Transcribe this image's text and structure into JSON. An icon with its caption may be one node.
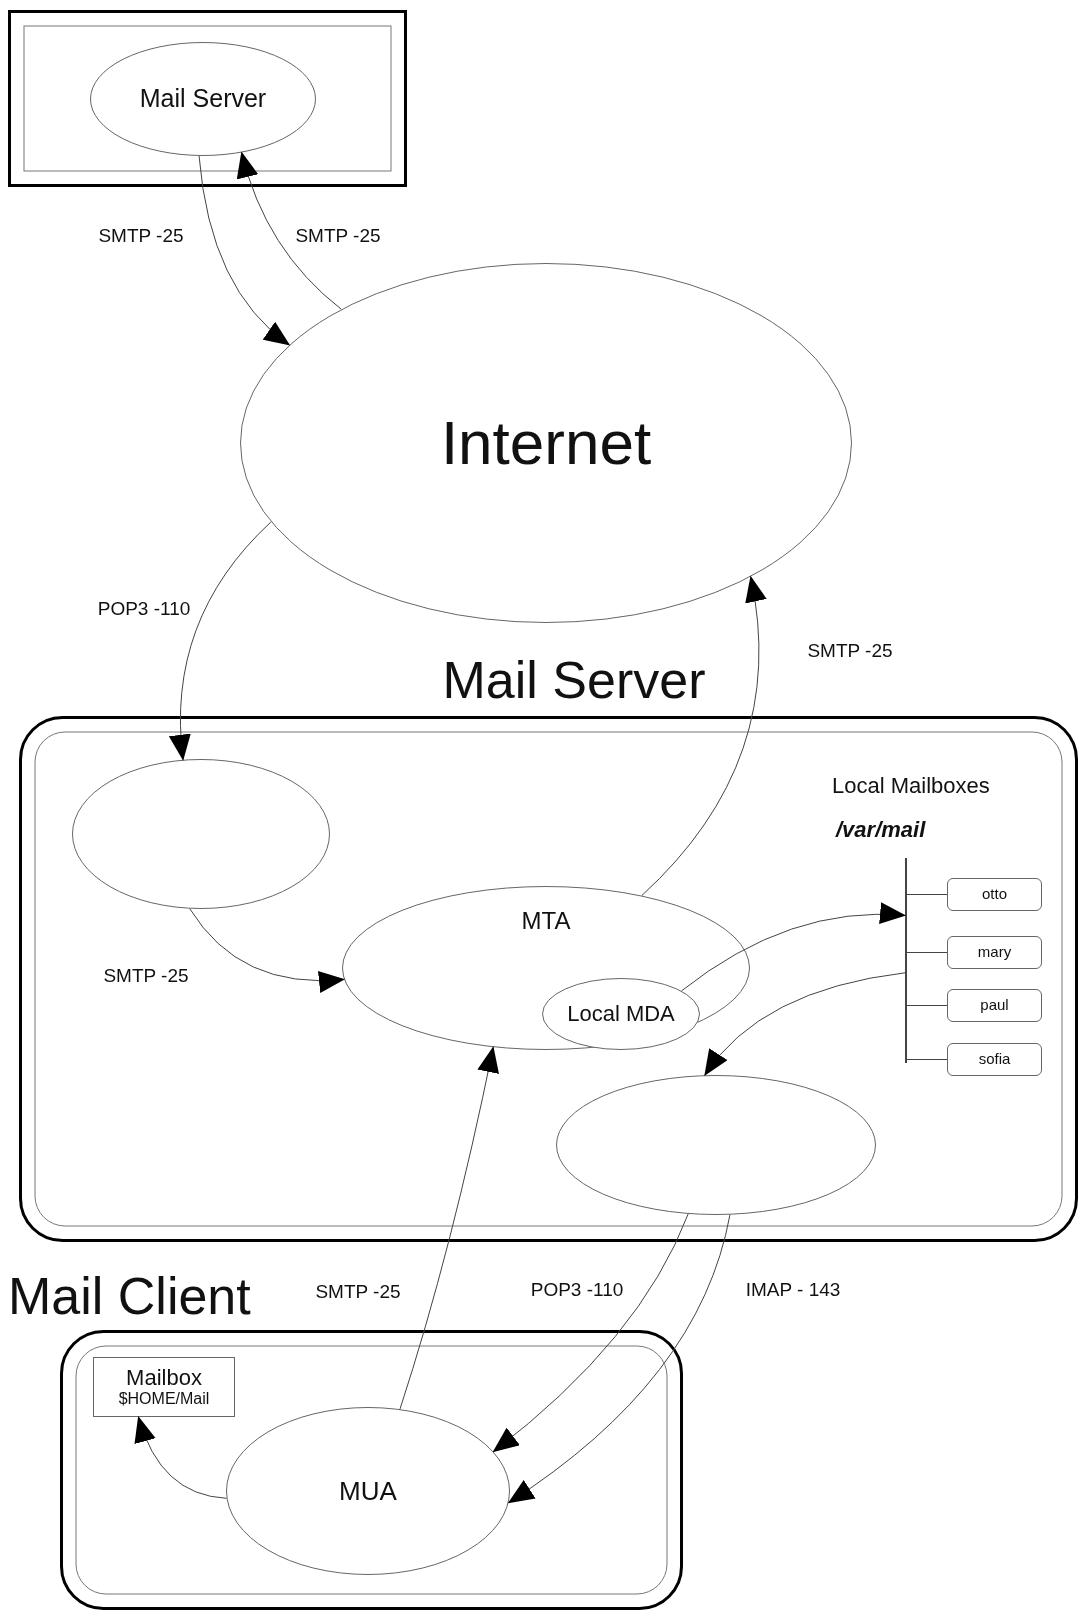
{
  "diagram": {
    "nodes": [
      {
        "text": [],
        "shape": "box"
      },
      {
        "text": [
          "Mail Server"
        ],
        "in": 0
      },
      {
        "text": [
          "Internet"
        ]
      },
      {
        "text": [
          "Mail Server"
        ]
      },
      {
        "text": [],
        "shape": "ellipse",
        "in": 3
      },
      {
        "text": [
          "MTA"
        ],
        "in": 3
      },
      {
        "text": [
          "Local MDA"
        ],
        "in": 5
      },
      {
        "text": [],
        "shape": "bar",
        "in": 3
      },
      {
        "text": [
          "otto"
        ],
        "in": 3
      },
      {
        "text": [
          "mary"
        ],
        "in": 3
      },
      {
        "text": [
          "paul"
        ],
        "in": 3
      },
      {
        "text": [
          "sofia"
        ],
        "in": 3
      },
      {
        "text": [],
        "shape": "ellipse",
        "in": 3
      },
      {
        "text": [
          "Mail Client"
        ]
      },
      {
        "text": [
          "Mailbox",
          "$HOME/Mail"
        ],
        "in": 13
      },
      {
        "text": [
          "MUA"
        ],
        "in": 13
      }
    ],
    "edges": [
      {
        "from": 1,
        "to": 2,
        "arrow": "to",
        "label": "SMTP -25"
      },
      {
        "from": 2,
        "to": 1,
        "arrow": "to",
        "label": "SMTP -25"
      },
      {
        "from": 2,
        "to": 4,
        "arrow": "to",
        "label": "POP3 -110"
      },
      {
        "from": 5,
        "to": 2,
        "arrow": "to",
        "label": "SMTP -25"
      },
      {
        "from": 4,
        "to": 5,
        "arrow": "to",
        "label": "SMTP -25"
      },
      {
        "from": 6,
        "to": 7,
        "arrow": "to"
      },
      {
        "from": 7,
        "to": 12,
        "arrow": "to"
      },
      {
        "from": 12,
        "to": 15,
        "arrow": "to",
        "label": "POP3 -110"
      },
      {
        "from": 12,
        "to": 15,
        "arrow": "to",
        "label": "IMAP - 143"
      },
      {
        "from": 15,
        "to": 5,
        "arrow": "to",
        "label": "SMTP -25"
      },
      {
        "from": 15,
        "to": 14,
        "arrow": "to"
      },
      {
        "from": 7,
        "to": 8,
        "arrow": "none"
      },
      {
        "from": 7,
        "to": 9,
        "arrow": "none"
      },
      {
        "from": 7,
        "to": 10,
        "arrow": "none"
      },
      {
        "from": 7,
        "to": 11,
        "arrow": "none"
      }
    ],
    "labels": [
      "Local Mailboxes",
      "/var/mail"
    ]
  }
}
